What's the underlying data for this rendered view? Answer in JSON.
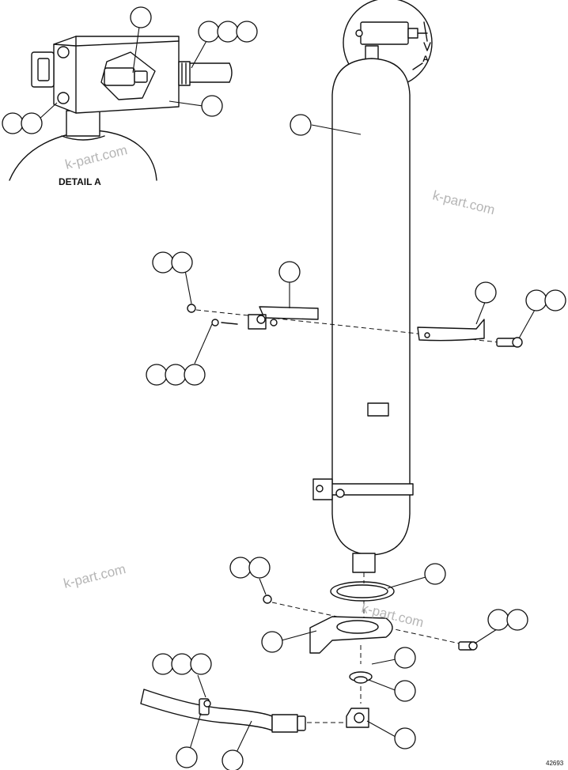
{
  "detail_label": "DETAIL A",
  "view_letter": "A",
  "watermarks": [
    "k-part.com",
    "k-part.com",
    "k-part.com",
    "k-part.com"
  ],
  "drawing_number": "42693"
}
